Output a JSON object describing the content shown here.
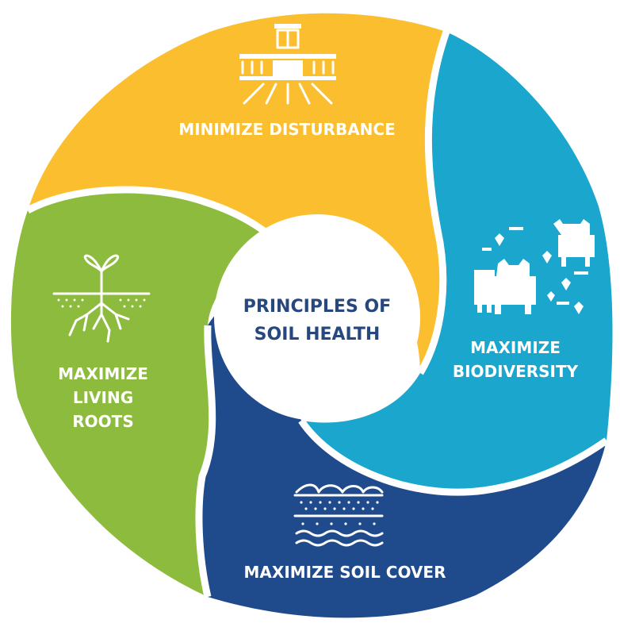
{
  "diagram": {
    "center": {
      "line1": "PRINCIPLES OF",
      "line2": "SOIL HEALTH",
      "color": "#27477f"
    },
    "segments": [
      {
        "id": "disturbance",
        "lines": [
          "MINIMIZE DISTURBANCE"
        ],
        "color": "#fbbe2e",
        "icon": "tractor-icon"
      },
      {
        "id": "biodiversity",
        "lines": [
          "MAXIMIZE",
          "BIODIVERSITY"
        ],
        "color": "#1aa6cd",
        "icon": "livestock-icon"
      },
      {
        "id": "soil-cover",
        "lines": [
          "MAXIMIZE SOIL COVER"
        ],
        "color": "#1f4a8c",
        "icon": "soil-cover-icon"
      },
      {
        "id": "living-roots",
        "lines": [
          "MAXIMIZE",
          "LIVING",
          "ROOTS"
        ],
        "color": "#8dbb3e",
        "icon": "sprout-roots-icon"
      }
    ]
  }
}
